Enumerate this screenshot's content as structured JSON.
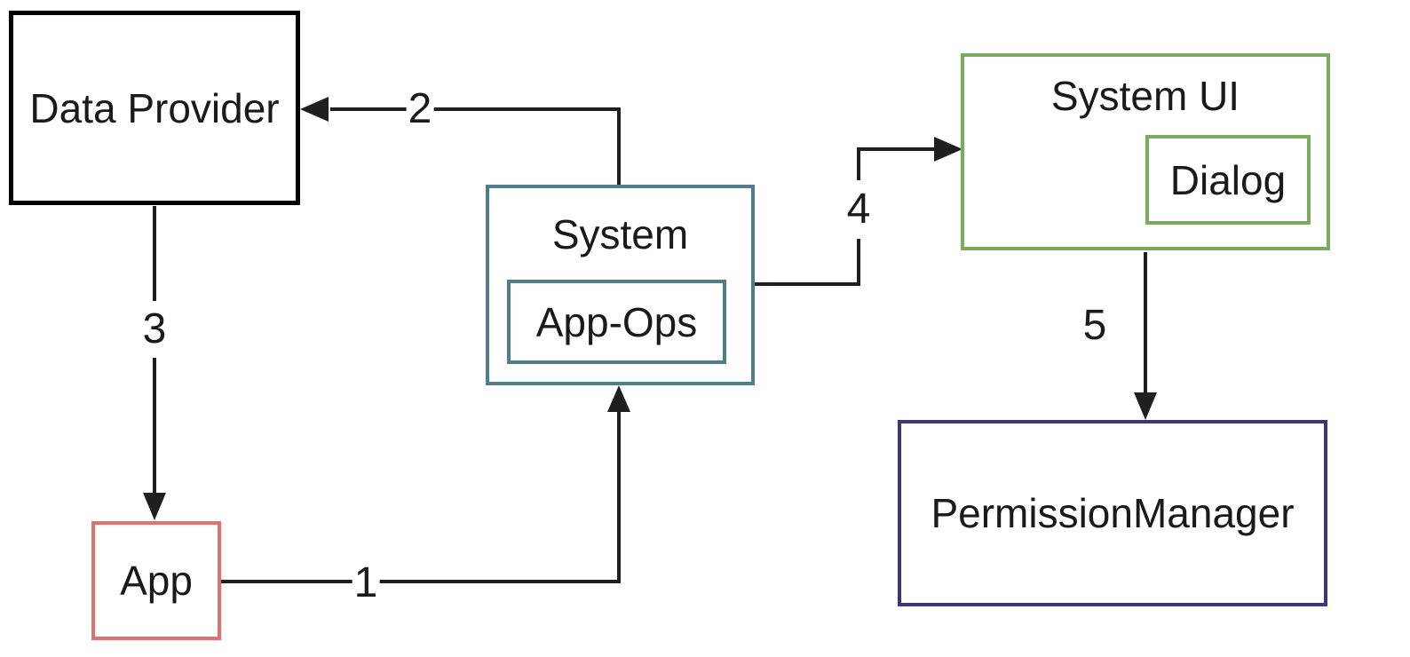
{
  "diagram": {
    "background": "#ffffff",
    "arrow_color": "#1f1f1f",
    "text_color": "#1a1a1a",
    "nodes": {
      "data_provider": {
        "label": "Data Provider",
        "border_color": "#000000"
      },
      "app": {
        "label": "App",
        "border_color": "#e0716e"
      },
      "system": {
        "label": "System",
        "border_color": "#4e7d8c"
      },
      "app_ops": {
        "label": "App-Ops",
        "border_color": "#4e7d8c",
        "parent": "system"
      },
      "system_ui": {
        "label": "System UI",
        "border_color": "#7cab5e"
      },
      "dialog": {
        "label": "Dialog",
        "border_color": "#7cab5e",
        "parent": "system_ui"
      },
      "permission_manager": {
        "label": "PermissionManager",
        "border_color": "#3f3185"
      }
    },
    "edges": [
      {
        "label": "1",
        "from": "app",
        "to": "system"
      },
      {
        "label": "2",
        "from": "system",
        "to": "data_provider"
      },
      {
        "label": "3",
        "from": "data_provider",
        "to": "app"
      },
      {
        "label": "4",
        "from": "system",
        "to": "system_ui"
      },
      {
        "label": "5",
        "from": "system_ui",
        "to": "permission_manager"
      }
    ]
  }
}
